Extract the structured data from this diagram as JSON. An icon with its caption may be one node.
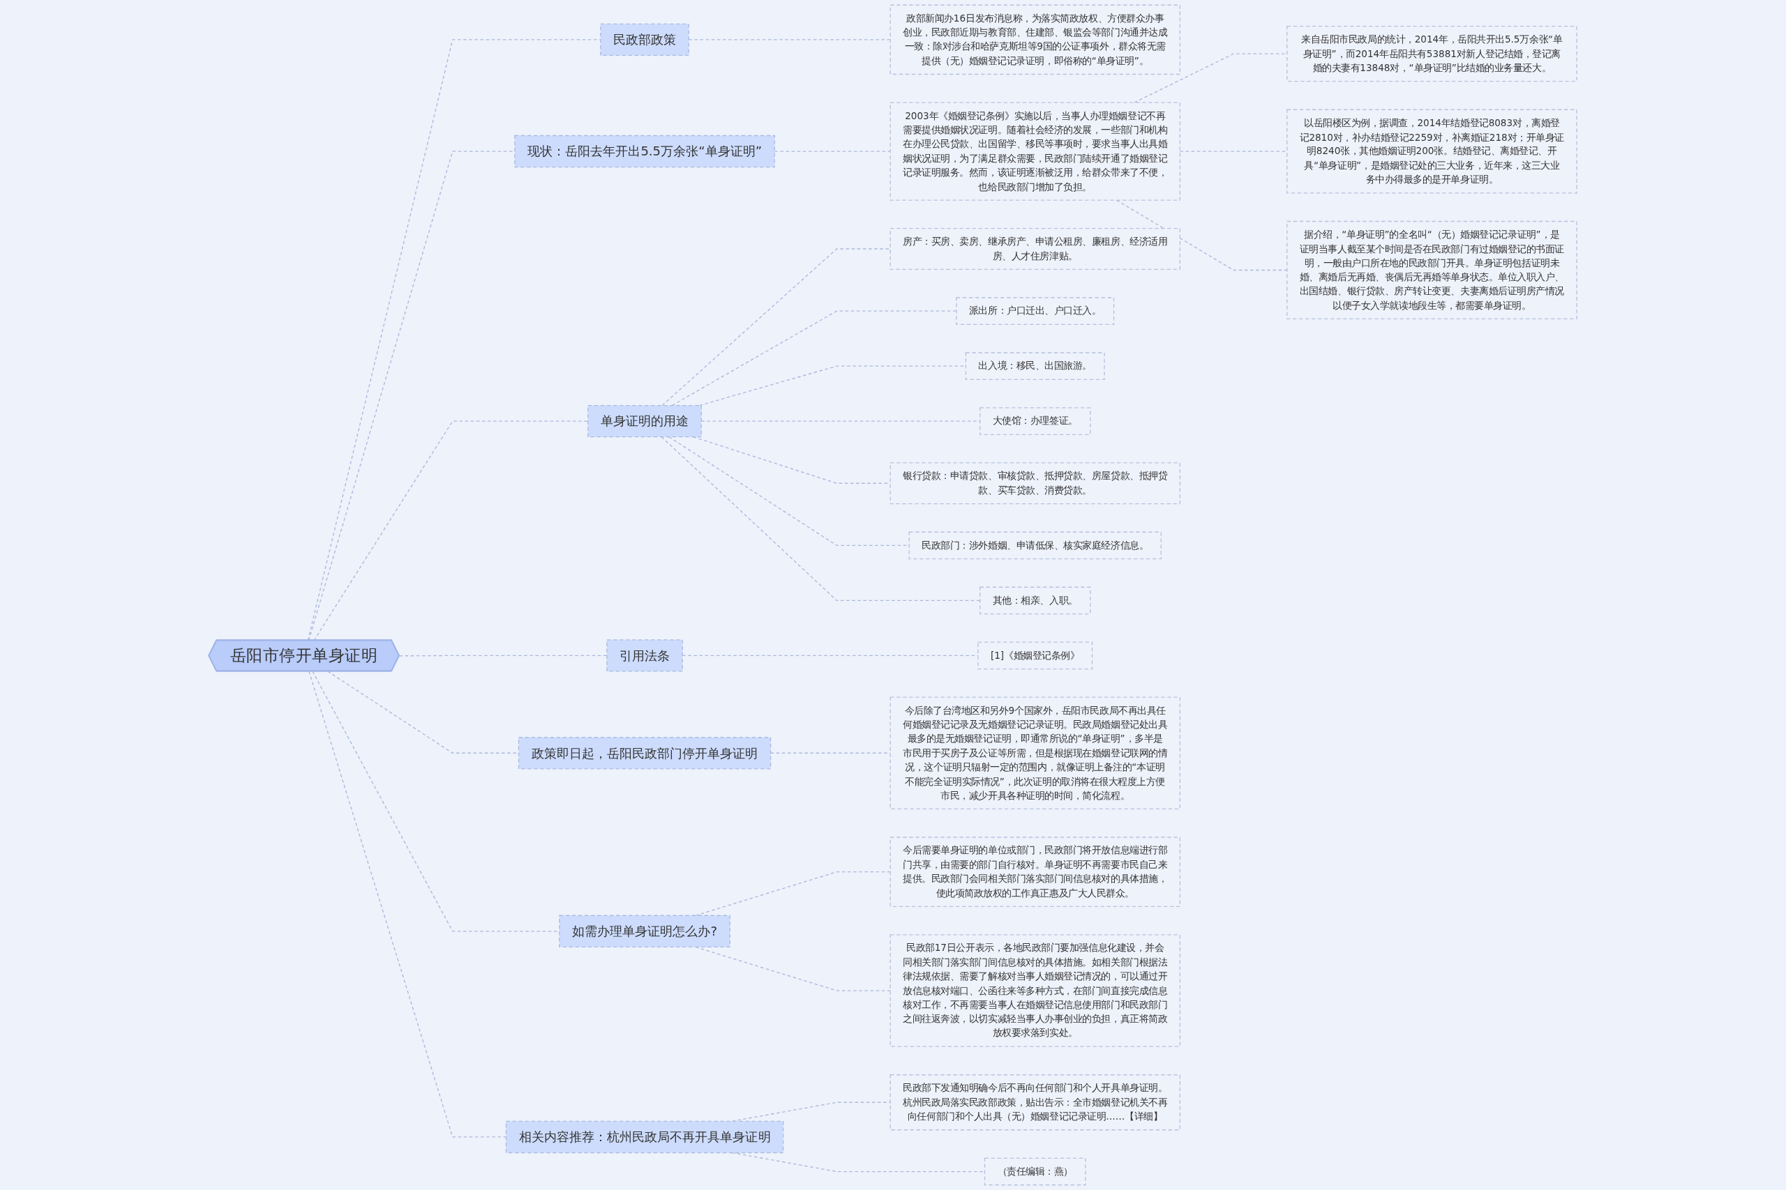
{
  "diagram": {
    "nodes": [
      {
        "text": [
          "岳阳市停开单身证明"
        ]
      },
      {
        "text": [
          "民政部政策"
        ]
      },
      {
        "text": [
          "政部新闻办16日发布消息称，为落实简政放权、方便群众办事创业，民政部近期与教育部、住建部、银监会等部门沟通并达成一致：除对涉台和哈萨克斯坦等9国的公证事项外，群众将无需提供（无）婚姻登记记录证明，即俗称的“单身证明”。"
        ]
      },
      {
        "text": [
          "现状：岳阳去年开出5.5万余张“单身证明”"
        ]
      },
      {
        "text": [
          "2003年《婚姻登记条例》实施以后，当事人办理婚姻登记不再需要提供婚姻状况证明。随着社会经济的发展，一些部门和机构在办理公民贷款、出国留学、移民等事项时，要求当事人出具婚姻状况证明，为了满足群众需要，民政部门陆续开通了婚姻登记记录证明服务。然而，该证明逐渐被泛用，给群众带来了不便，也给民政部门增加了负担。"
        ]
      },
      {
        "text": [
          "来自岳阳市民政局的统计，2014年，岳阳共开出5.5万余张“单身证明”，而2014年岳阳共有53881对新人登记结婚，登记离婚的夫妻有13848对，“单身证明”比结婚的业务量还大。"
        ]
      },
      {
        "text": [
          "以岳阳楼区为例，据调查，2014年结婚登记8083对，离婚登记2810对，补办结婚登记2259对，补离婚证218对；开单身证明8240张，其他婚姻证明200张。结婚登记、离婚登记、开具“单身证明”，是婚姻登记处的三大业务，近年来，这三大业务中办得最多的是开单身证明。"
        ]
      },
      {
        "text": [
          "据介绍，“单身证明”的全名叫“（无）婚姻登记记录证明”，是证明当事人截至某个时间是否在民政部门有过婚姻登记的书面证明，一般由户口所在地的民政部门开具。单身证明包括证明未婚、离婚后无再婚、丧偶后无再婚等单身状态。单位入职入户、出国结婚、银行贷款、房产转让变更、夫妻离婚后证明房产情况以便子女入学就读地段生等，都需要单身证明。"
        ]
      },
      {
        "text": [
          "单身证明的用途"
        ]
      },
      {
        "text": [
          "房产：买房、卖房、继承房产、申请公租房、廉租房、经济适用房、人才住房津贴。"
        ]
      },
      {
        "text": [
          "派出所：户口迁出、户口迁入。"
        ]
      },
      {
        "text": [
          "出入境：移民、出国旅游。"
        ]
      },
      {
        "text": [
          "大使馆：办理签证。"
        ]
      },
      {
        "text": [
          "银行贷款：申请贷款、审核贷款、抵押贷款、房屋贷款、抵押贷款、买车贷款、消费贷款。"
        ]
      },
      {
        "text": [
          "民政部门：涉外婚姻、申请低保、核实家庭经济信息。"
        ]
      },
      {
        "text": [
          "其他：相亲、入职。"
        ]
      },
      {
        "text": [
          "引用法条"
        ]
      },
      {
        "text": [
          "[1]《婚姻登记条例》"
        ]
      },
      {
        "text": [
          "政策即日起，岳阳民政部门停开单身证明"
        ]
      },
      {
        "text": [
          "今后除了台湾地区和另外9个国家外，岳阳市民政局不再出具任何婚姻登记记录及无婚姻登记记录证明。民政局婚姻登记处出具最多的是无婚姻登记证明，即通常所说的“单身证明”，多半是市民用于买房子及公证等所需，但是根据现在婚姻登记联网的情况，这个证明只辐射一定的范围内，就像证明上备注的“本证明不能完全证明实际情况”，此次证明的取消将在很大程度上方便市民，减少开具各种证明的时间，简化流程。"
        ]
      },
      {
        "text": [
          "如需办理单身证明怎么办?"
        ]
      },
      {
        "text": [
          "今后需要单身证明的单位或部门，民政部门将开放信息端进行部门共享，由需要的部门自行核对。单身证明不再需要市民自己来提供。民政部门会同相关部门落实部门间信息核对的具体措施，使此项简政放权的工作真正惠及广大人民群众。"
        ]
      },
      {
        "text": [
          "民政部17日公开表示，各地民政部门要加强信息化建设，并会同相关部门落实部门间信息核对的具体措施。如相关部门根据法律法规依据、需要了解核对当事人婚姻登记情况的，可以通过开放信息核对端口、公函往来等多种方式，在部门间直接完成信息核对工作，不再需要当事人在婚姻登记信息使用部门和民政部门之间往返奔波，以切实减轻当事人办事创业的负担，真正将简政放权要求落到实处。"
        ]
      },
      {
        "text": [
          "相关内容推荐：杭州民政局不再开具单身证明"
        ]
      },
      {
        "text": [
          "民政部下发通知明确今后不再向任何部门和个人开具单身证明。杭州民政局落实民政部政策，贴出告示：全市婚姻登记机关不再向任何部门和个人出具（无）婚姻登记记录证明……【详细】"
        ]
      },
      {
        "text": [
          "（责任编辑：燕）"
        ]
      }
    ],
    "edges": [
      {
        "from": 0,
        "to": 1,
        "arrow": "none",
        "style": "dashed"
      },
      {
        "from": 1,
        "to": 2,
        "arrow": "none",
        "style": "dashed"
      },
      {
        "from": 0,
        "to": 3,
        "arrow": "none",
        "style": "dashed"
      },
      {
        "from": 3,
        "to": 4,
        "arrow": "none",
        "style": "dashed"
      },
      {
        "from": 4,
        "to": 5,
        "arrow": "none",
        "style": "dashed"
      },
      {
        "from": 4,
        "to": 6,
        "arrow": "none",
        "style": "dashed"
      },
      {
        "from": 4,
        "to": 7,
        "arrow": "none",
        "style": "dashed"
      },
      {
        "from": 0,
        "to": 8,
        "arrow": "none",
        "style": "dashed"
      },
      {
        "from": 8,
        "to": 9,
        "arrow": "none",
        "style": "dashed"
      },
      {
        "from": 8,
        "to": 10,
        "arrow": "none",
        "style": "dashed"
      },
      {
        "from": 8,
        "to": 11,
        "arrow": "none",
        "style": "dashed"
      },
      {
        "from": 8,
        "to": 12,
        "arrow": "none",
        "style": "dashed"
      },
      {
        "from": 8,
        "to": 13,
        "arrow": "none",
        "style": "dashed"
      },
      {
        "from": 8,
        "to": 14,
        "arrow": "none",
        "style": "dashed"
      },
      {
        "from": 8,
        "to": 15,
        "arrow": "none",
        "style": "dashed"
      },
      {
        "from": 0,
        "to": 16,
        "arrow": "none",
        "style": "dashed"
      },
      {
        "from": 16,
        "to": 17,
        "arrow": "none",
        "style": "dashed"
      },
      {
        "from": 0,
        "to": 18,
        "arrow": "none",
        "style": "dashed"
      },
      {
        "from": 18,
        "to": 19,
        "arrow": "none",
        "style": "dashed"
      },
      {
        "from": 0,
        "to": 20,
        "arrow": "none",
        "style": "dashed"
      },
      {
        "from": 20,
        "to": 21,
        "arrow": "none",
        "style": "dashed"
      },
      {
        "from": 20,
        "to": 22,
        "arrow": "none",
        "style": "dashed"
      },
      {
        "from": 0,
        "to": 23,
        "arrow": "none",
        "style": "dashed"
      },
      {
        "from": 23,
        "to": 24,
        "arrow": "none",
        "style": "dashed"
      },
      {
        "from": 23,
        "to": 25,
        "arrow": "none",
        "style": "dashed"
      }
    ]
  }
}
